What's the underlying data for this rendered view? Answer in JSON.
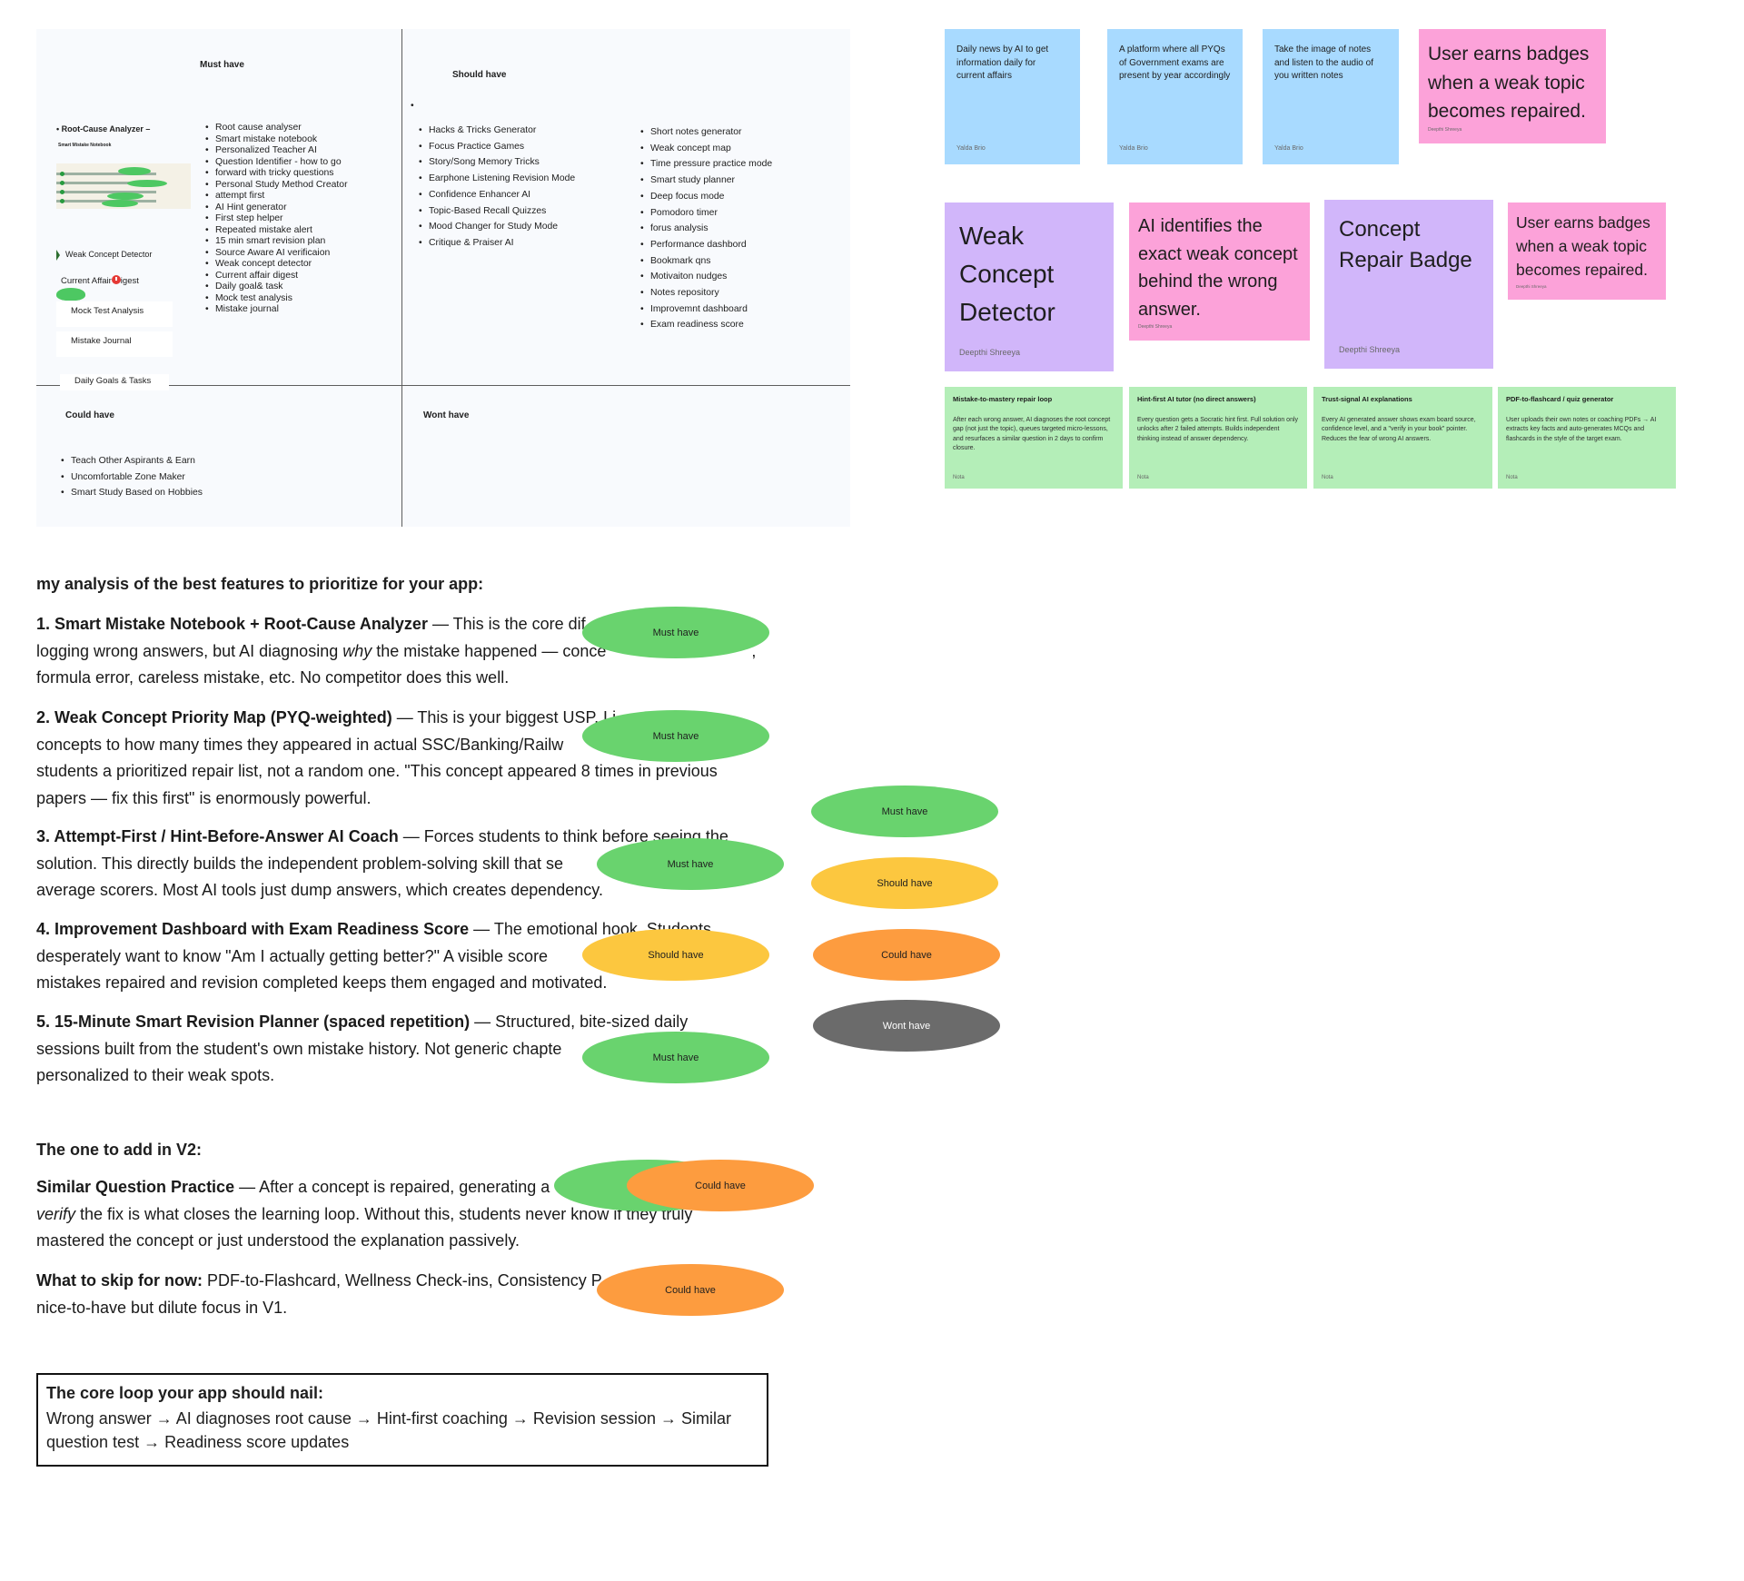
{
  "matrix": {
    "must_have_title": "Must have",
    "should_have_title": "Should have",
    "could_have_title": "Could have",
    "wont_have_title": "Wont have",
    "thumbnail": {
      "title": "• Root-Cause Analyzer –",
      "subtitle": "Smart Mistake Notebook",
      "items": [
        "Weak Concept Detector",
        "Current Affair",
        "igest",
        "Mock Test Analysis",
        "Mistake Journal",
        "Daily Goals & Tasks"
      ]
    },
    "must_have_items": [
      "Root cause analyser",
      "Smart mistake notebook",
      "Personalized Teacher AI",
      "Question Identifier - how to go",
      "forward with tricky questions",
      "Personal Study Method Creator",
      "attempt first",
      "AI Hint generator",
      "First step helper",
      "Repeated mistake alert",
      "15 min smart revision plan",
      "Source Aware AI verificaion",
      "Weak concept detector",
      "Current affair digest",
      "Daily goal& task",
      "Mock test analysis",
      "Mistake journal"
    ],
    "should_have_items_1": [
      "Hacks & Tricks Generator",
      "Focus Practice Games",
      "Story/Song Memory Tricks",
      "Earphone Listening Revision Mode",
      "Confidence Enhancer AI",
      "Topic-Based Recall Quizzes",
      "Mood Changer for Study Mode",
      "Critique & Praiser AI"
    ],
    "should_have_items_2": [
      "Short notes generator",
      "Weak concept map",
      "Time pressure  practice mode",
      "Smart study planner",
      "Deep focus mode",
      "Pomodoro timer",
      "forus analysis",
      "Performance dashbord",
      "Bookmark qns",
      "Motivaiton nudges",
      "Notes repository",
      "Improvemnt dashboard",
      "Exam readiness score"
    ],
    "could_have_items": [
      "Teach Other Aspirants & Earn",
      "Uncomfortable Zone Maker",
      "Smart Study Based on Hobbies"
    ]
  },
  "stickies": {
    "blue": [
      {
        "text": "Daily news by AI to get information daily for current affairs",
        "author": "Yalda Brio"
      },
      {
        "text": "A platform where all PYQs of Government exams are present by year accordingly",
        "author": "Yalda Brio"
      },
      {
        "text": "Take the image of notes and listen to the audio of you written notes",
        "author": "Yalda Brio"
      }
    ],
    "pink_top": {
      "text": "User earns badges when a weak topic becomes repaired.",
      "author": "Deepthi Shreeya"
    },
    "purple_1": {
      "text": "Weak Concept Detector",
      "author": "Deepthi Shreeya"
    },
    "pink_mid": {
      "text": "AI identifies the exact weak concept behind the wrong answer.",
      "author": "Deepthi Shreeya"
    },
    "purple_2": {
      "text": "Concept Repair Badge",
      "author": "Deepthi Shreeya"
    },
    "pink_right": {
      "text": "User earns badges when a weak topic becomes repaired.",
      "author": "Deepthi Shreeya"
    },
    "green": [
      {
        "title": "Mistake-to-mastery repair loop",
        "body": "After each wrong answer, AI diagnoses the root concept gap (not just the topic), queues targeted micro-lessons, and resurfaces a similar question in 2 days to confirm closure.",
        "author": "Nota"
      },
      {
        "title": "Hint-first AI tutor (no direct answers)",
        "body": "Every question gets a Socratic hint first. Full solution only unlocks after 2 failed attempts. Builds independent thinking instead of answer dependency.",
        "author": "Nota"
      },
      {
        "title": "Trust-signal AI explanations",
        "body": "Every AI generated answer shows exam board source, confidence level, and a \"verify in your book\" pointer. Reduces the fear of wrong AI answers.",
        "author": "Nota"
      },
      {
        "title": "PDF-to-flashcard / quiz generator",
        "body": "User uploads their own notes or coaching PDFs → AI extracts key facts and auto-generates MCQs and flashcards in the style of the target exam.",
        "author": "Nota"
      }
    ]
  },
  "doc": {
    "heading": "my analysis of the best features to prioritize for your app:",
    "item1_title": "1. Smart Mistake Notebook + Root-Cause Analyzer",
    "item1_l1": " — This is the core dif",
    "item1_l2a": "logging wrong answers, but AI diagnosing ",
    "item1_l2b": "why",
    "item1_l2c": " the mistake happened — conce",
    "item1_l2d": ",",
    "item1_l3": "formula error, careless mistake, etc. No competitor does this well.",
    "item2_title": "2. Weak Concept Priority Map (PYQ-weighted)",
    "item2_l1": " — This is your biggest USP. Li",
    "item2_l2": "concepts to how many times they appeared in actual SSC/Banking/Railw",
    "item2_l3": "students a prioritized repair list, not a random one. \"This concept appeared 8 times in previous",
    "item2_l4": "papers — fix this first\" is enormously powerful.",
    "item3_title": "3. Attempt-First / Hint-Before-Answer AI Coach",
    "item3_l1": " — Forces students to think before seeing the",
    "item3_l2": "solution. This directly builds the independent problem-solving skill that se",
    "item3_l3": "average scorers. Most AI tools just dump answers, which creates dependency.",
    "item4_title": "4. Improvement Dashboard with Exam Readiness Score",
    "item4_l1": " — The emotional hook. Students",
    "item4_l2": "desperately want to know \"Am I actually getting better?\" A visible score",
    "item4_l3": "mistakes repaired and revision completed keeps them engaged and motivated.",
    "item5_title": "5. 15-Minute Smart Revision Planner (spaced repetition)",
    "item5_l1": " — Structured, bite-sized daily",
    "item5_l2": "sessions built from the student's own mistake history. Not generic chapte",
    "item5_l3": "personalized to their weak spots.",
    "v2_heading": "The one to add in V2:",
    "v2_title": "Similar Question Practice",
    "v2_l1": " — After a concept is repaired, generating a",
    "v2_l2a": "verify",
    "v2_l2b": " the fix is what closes the learning loop. Without this, students never know if they truly",
    "v2_l3": "mastered the concept or just understood the explanation passively.",
    "skip_title": "What to skip for now:",
    "skip_l1": " PDF-to-Flashcard, Wellness Check-ins, Consistency P",
    "skip_l2": "nice-to-have but dilute focus in V1.",
    "core_title": "The core loop your app should nail:",
    "core_l1": "Wrong answer → AI diagnoses root cause → Hint-first coaching → Revision session → Similar",
    "core_l2": "question test → Readiness score updates"
  },
  "ovals": {
    "must": "Must have",
    "should": "Should have",
    "could": "Could have",
    "wont": "Wont have",
    "partial_must": "M"
  },
  "colors": {
    "must": "#69d36e",
    "should": "#fcc73f",
    "could": "#fd9c3f",
    "wont": "#6b6b6b",
    "sticky_blue": "#a8daff",
    "sticky_pink": "#fca2d9",
    "sticky_purple": "#d1b6fa",
    "sticky_green": "#b4eeb8"
  }
}
